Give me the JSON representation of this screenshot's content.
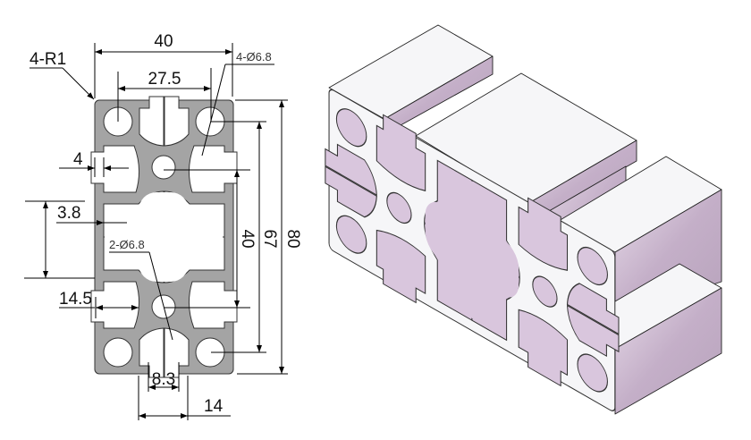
{
  "drawing": {
    "title": "Aluminum extrusion profile 40x80",
    "dimensions": {
      "width_top": "40",
      "corner_radius": "4-R1",
      "hole_callout_top": "4-Ø6.8",
      "hole_spacing": "27.5",
      "wall_thickness": "4",
      "slot_depth": "3.8",
      "hole_callout_center": "2-Ø6.8",
      "center_offset": "14.5",
      "slot_width": "8.3",
      "groove_width": "14",
      "center_hole_spacing": "40",
      "outer_hole_spacing": "67",
      "height_total": "80"
    }
  },
  "colors": {
    "profile_section": "#a4a4a4",
    "iso_face": "#f6f6f8",
    "iso_shade": "#c8b3cb"
  }
}
